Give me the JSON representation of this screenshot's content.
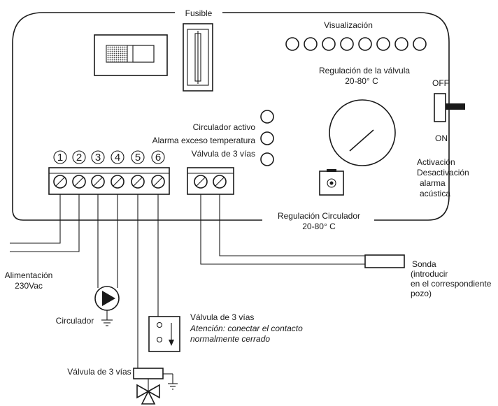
{
  "labels": {
    "fusible": "Fusible",
    "visualizacion": "Visualización",
    "reg_valvula_1": "Regulación de la válvula",
    "reg_valvula_2": "20-80° C",
    "off": "OFF",
    "on": "ON",
    "circulador_activo": "Circulador activo",
    "alarma_exceso": "Alarma exceso temperatura",
    "valvula_3_vias_led": "Válvula de 3 vías",
    "activacion_1": "Activación",
    "activacion_2": "Desactivación",
    "activacion_3": "alarma",
    "activacion_4": "acústica",
    "reg_circulador_1": "Regulación Circulador",
    "reg_circulador_2": "20-80° C",
    "alimentacion_1": "Alimentación",
    "alimentacion_2": "230Vac",
    "sonda_1": "Sonda",
    "sonda_2": "(introducir",
    "sonda_3": "en el correspondiente",
    "sonda_4": "pozo)",
    "circulador": "Circulador",
    "valvula_contact_title": "Válvula de 3 vías",
    "atencion_1": "Atención: conectar el contacto",
    "atencion_2": "normalmente cerrado",
    "valvula_bottom": "Válvula de 3 vías"
  },
  "terminal_numbers": [
    "1",
    "2",
    "3",
    "4",
    "5",
    "6"
  ]
}
